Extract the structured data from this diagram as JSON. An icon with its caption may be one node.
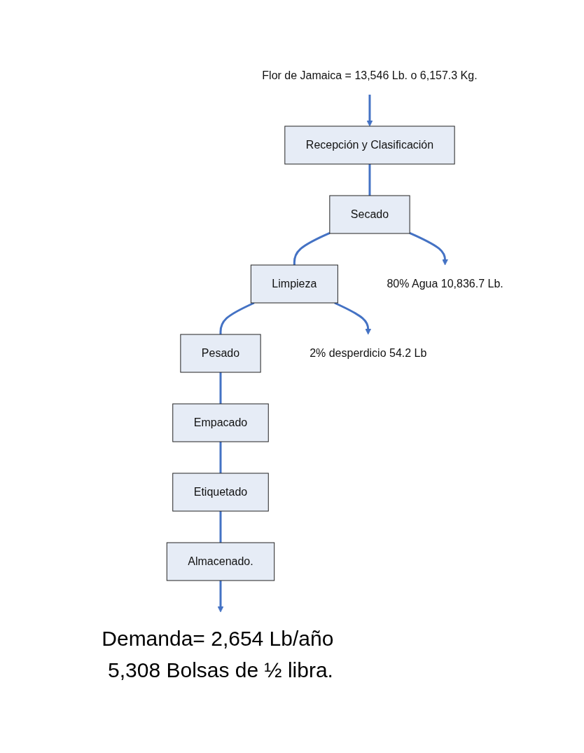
{
  "diagram": {
    "nodes": [
      {
        "text": [
          "Flor de Jamaica = 13,546 Lb. o 6,157.3 Kg."
        ]
      },
      {
        "text": [
          "Recepción y Clasificación"
        ]
      },
      {
        "text": [
          "Secado"
        ]
      },
      {
        "text": [
          "Limpieza"
        ]
      },
      {
        "text": [
          "Pesado"
        ]
      },
      {
        "text": [
          "Empacado"
        ]
      },
      {
        "text": [
          "Etiquetado"
        ]
      },
      {
        "text": [
          "Almacenado."
        ]
      },
      {
        "text": [
          "80% Agua 10,836.7 Lb."
        ]
      },
      {
        "text": [
          "2% desperdicio 54.2 Lb"
        ]
      },
      {
        "text": [
          "Demanda= 2,654 Lb/año 5,308 Bolsas de ½ libra."
        ]
      }
    ],
    "edges": [
      {
        "from": 0,
        "to": 1,
        "arrow": "to"
      },
      {
        "from": 1,
        "to": 2,
        "arrow": "none"
      },
      {
        "from": 2,
        "to": 8,
        "arrow": "to"
      },
      {
        "from": 2,
        "to": 3,
        "arrow": "none"
      },
      {
        "from": 3,
        "to": 9,
        "arrow": "to"
      },
      {
        "from": 3,
        "to": 4,
        "arrow": "none"
      },
      {
        "from": 4,
        "to": 5,
        "arrow": "none"
      },
      {
        "from": 5,
        "to": 6,
        "arrow": "none"
      },
      {
        "from": 6,
        "to": 7,
        "arrow": "none"
      },
      {
        "from": 7,
        "to": 10,
        "arrow": "to"
      }
    ]
  }
}
